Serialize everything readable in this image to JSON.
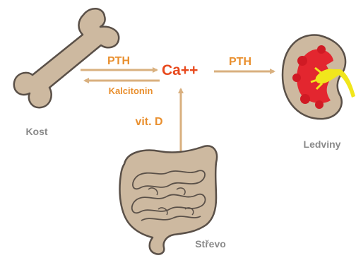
{
  "center": {
    "ion": "Ca++"
  },
  "organs": {
    "bone": "Kost",
    "kidney": "Ledviny",
    "intestine": "Střevo"
  },
  "arrows": {
    "bone_to_ca": "PTH",
    "ca_to_bone": "Kalcitonin",
    "ca_to_kidney": "PTH",
    "intestine_to_ca": "vit. D"
  },
  "colors": {
    "arrow": "#d9b07f",
    "label_orange": "#e98f2e",
    "ion_red": "#e8491d",
    "organ_label_gray": "#8a8a8a",
    "organ_tan": "#cdb9a0",
    "organ_outline": "#5a5048",
    "kidney_red": "#e3262f",
    "kidney_yellow": "#f1e61c"
  }
}
